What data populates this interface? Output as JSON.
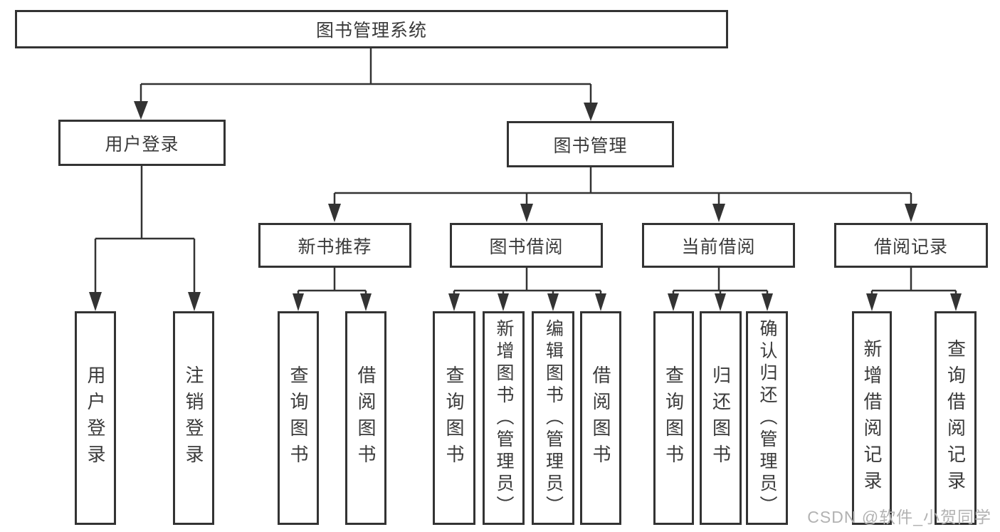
{
  "diagram": {
    "title": "图书管理系统",
    "root": {
      "label": "图书管理系统"
    },
    "branches": [
      {
        "label": "用户登录",
        "children": [
          {
            "label": "用户登录"
          },
          {
            "label": "注销登录"
          }
        ]
      },
      {
        "label": "图书管理",
        "children": [
          {
            "label": "新书推荐",
            "children": [
              {
                "label": "查询图书"
              },
              {
                "label": "借阅图书"
              }
            ]
          },
          {
            "label": "图书借阅",
            "children": [
              {
                "label": "查询图书"
              },
              {
                "label": "新增图书（管理员）"
              },
              {
                "label": "编辑图书（管理员）"
              },
              {
                "label": "借阅图书"
              }
            ]
          },
          {
            "label": "当前借阅",
            "children": [
              {
                "label": "查询图书"
              },
              {
                "label": "归还图书"
              },
              {
                "label": "确认归还（管理员）"
              }
            ]
          },
          {
            "label": "借阅记录",
            "children": [
              {
                "label": "新增借阅记录"
              },
              {
                "label": "查询借阅记录"
              }
            ]
          }
        ]
      }
    ]
  },
  "watermark": {
    "text": "CSDN @软件_小贺同学"
  },
  "colors": {
    "line": "#333333",
    "box_border": "#333333",
    "text": "#3a3a3a",
    "watermark": "#b2b2b2",
    "background": "#ffffff"
  }
}
